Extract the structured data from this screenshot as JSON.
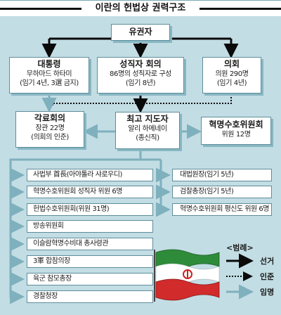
{
  "title": "이란의 헌법상 권력구조",
  "nodes": {
    "electorate": {
      "label": "유권자"
    },
    "president": {
      "label": "대통령",
      "detail": "무하마드 하타미",
      "detail2": "(임기 4년, 3選 금지)"
    },
    "experts": {
      "label": "성직자 회의",
      "detail": "86명의 성직자로 구성",
      "detail2": "(임기 8년)"
    },
    "parliament": {
      "label": "의회",
      "detail": "의원 290명",
      "detail2": "(임기 4년)"
    },
    "cabinet": {
      "label": "각료회의",
      "detail": "장관 22명",
      "detail2": "(의회의 인준)"
    },
    "supreme_leader": {
      "label": "최고 지도자",
      "detail": "알리 하메네이",
      "detail2": "(종신직)"
    },
    "guardian_council": {
      "label": "혁명수호위원회",
      "detail": "위원 12명"
    }
  },
  "appointees_left": [
    "사법부 首長(아야톨라 샤로우디)",
    "혁명수호위원회 성직자 위원 6명",
    "헌법수호위원회(위원 31명)",
    "방송위원회",
    "이슬람혁명수비대 총사령관",
    "3軍 합참의장",
    "육군 참모총장",
    "경찰청장"
  ],
  "appointees_right": [
    "대법원장(임기 5년)",
    "검찰총장(임기 5년)",
    "혁명수호위원회 평신도 위원 6명"
  ],
  "legend": {
    "title": "<범례>",
    "items": [
      {
        "label": "선거",
        "style": "solid-arrow"
      },
      {
        "label": "인준",
        "style": "dotted-arrow"
      },
      {
        "label": "임명",
        "style": "gray-line"
      }
    ]
  },
  "colors": {
    "background": "#c3dde4",
    "box_border": "#5d8d9a",
    "election_line": "#0a0a0a",
    "appointment_line": "#7fb0bd",
    "flag_green": "#2e8b3a",
    "flag_red": "#d12b2b"
  }
}
